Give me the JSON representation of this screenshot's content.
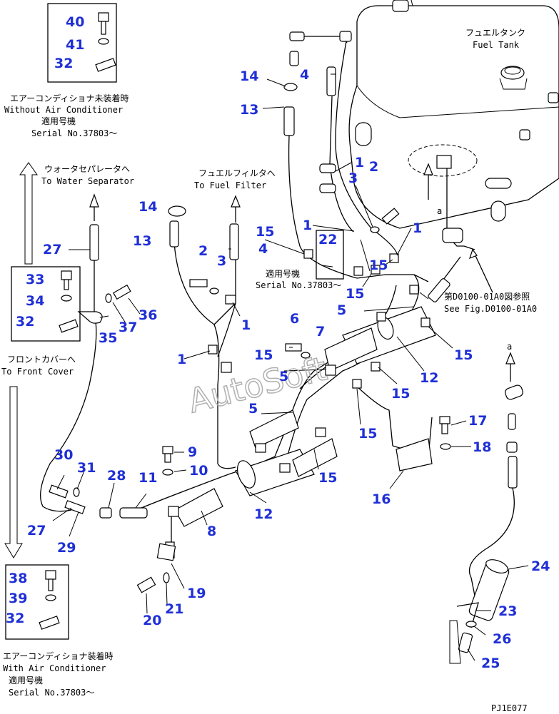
{
  "diagram_code": "PJ1E077",
  "watermark": "AutoSoft",
  "notes": {
    "fuel_tank_jp": "フュエルタンク",
    "fuel_tank_en": "Fuel Tank",
    "to_fuel_filter_jp": "フュエルフィルタへ",
    "to_fuel_filter_en": "To Fuel Filter",
    "to_water_sep_jp": "ウォータセパレータへ",
    "to_water_sep_en": "To Water Separator",
    "to_front_cover_jp": "フロントカバーへ",
    "to_front_cover_en": "To Front Cover",
    "without_ac_jp": "エアーコンディショナ未装着時",
    "without_ac_en": "Without Air Conditioner",
    "with_ac_jp": "エアーコンディショナ装着時",
    "with_ac_en": "With Air Conditioner",
    "applicable_jp": "適用号機",
    "serial": "Serial No.37803〜",
    "see_fig_jp": "第D0100-01A0図参照",
    "see_fig_en": "See Fig.D0100-01A0",
    "ref_a": "a"
  },
  "callouts": [
    {
      "id": "c40",
      "text": "40"
    },
    {
      "id": "c41",
      "text": "41"
    },
    {
      "id": "c32a",
      "text": "32"
    },
    {
      "id": "c14a",
      "text": "14"
    },
    {
      "id": "c4a",
      "text": "4"
    },
    {
      "id": "c13a",
      "text": "13"
    },
    {
      "id": "c1a",
      "text": "1"
    },
    {
      "id": "c3a",
      "text": "3"
    },
    {
      "id": "c2a",
      "text": "2"
    },
    {
      "id": "c1b",
      "text": "1"
    },
    {
      "id": "c22",
      "text": "22"
    },
    {
      "id": "c1c",
      "text": "1"
    },
    {
      "id": "c15a",
      "text": "15"
    },
    {
      "id": "c15b",
      "text": "15"
    },
    {
      "id": "c5a",
      "text": "5"
    },
    {
      "id": "c14b",
      "text": "14"
    },
    {
      "id": "c13b",
      "text": "13"
    },
    {
      "id": "c2b",
      "text": "2"
    },
    {
      "id": "c3b",
      "text": "3"
    },
    {
      "id": "c15c",
      "text": "15"
    },
    {
      "id": "c4b",
      "text": "4"
    },
    {
      "id": "c27a",
      "text": "27"
    },
    {
      "id": "c33",
      "text": "33"
    },
    {
      "id": "c34",
      "text": "34"
    },
    {
      "id": "c32b",
      "text": "32"
    },
    {
      "id": "c35",
      "text": "35"
    },
    {
      "id": "c37",
      "text": "37"
    },
    {
      "id": "c36",
      "text": "36"
    },
    {
      "id": "c1d",
      "text": "1"
    },
    {
      "id": "c6",
      "text": "6"
    },
    {
      "id": "c7",
      "text": "7"
    },
    {
      "id": "c1e",
      "text": "1"
    },
    {
      "id": "c15d",
      "text": "15"
    },
    {
      "id": "c5b",
      "text": "5"
    },
    {
      "id": "c15e",
      "text": "15"
    },
    {
      "id": "c12a",
      "text": "12"
    },
    {
      "id": "c15f",
      "text": "15"
    },
    {
      "id": "c5c",
      "text": "5"
    },
    {
      "id": "c15g",
      "text": "15"
    },
    {
      "id": "c17",
      "text": "17"
    },
    {
      "id": "c18",
      "text": "18"
    },
    {
      "id": "c9",
      "text": "9"
    },
    {
      "id": "c10",
      "text": "10"
    },
    {
      "id": "c30",
      "text": "30"
    },
    {
      "id": "c31",
      "text": "31"
    },
    {
      "id": "c28",
      "text": "28"
    },
    {
      "id": "c11",
      "text": "11"
    },
    {
      "id": "c15h",
      "text": "15"
    },
    {
      "id": "c16",
      "text": "16"
    },
    {
      "id": "c12b",
      "text": "12"
    },
    {
      "id": "c27b",
      "text": "27"
    },
    {
      "id": "c29",
      "text": "29"
    },
    {
      "id": "c8",
      "text": "8"
    },
    {
      "id": "c19",
      "text": "19"
    },
    {
      "id": "c21",
      "text": "21"
    },
    {
      "id": "c20",
      "text": "20"
    },
    {
      "id": "c38",
      "text": "38"
    },
    {
      "id": "c39",
      "text": "39"
    },
    {
      "id": "c32c",
      "text": "32"
    },
    {
      "id": "c24",
      "text": "24"
    },
    {
      "id": "c23",
      "text": "23"
    },
    {
      "id": "c26",
      "text": "26"
    },
    {
      "id": "c25",
      "text": "25"
    }
  ]
}
